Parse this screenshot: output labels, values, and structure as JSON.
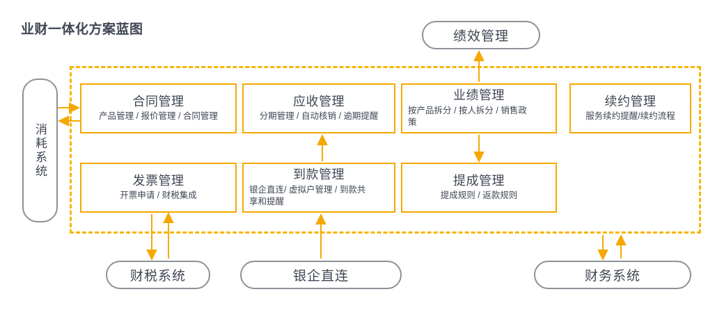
{
  "title": "业财一体化方案蓝图",
  "colors": {
    "accent": "#f5a800",
    "dashed_border": "#f7b500",
    "pill_border": "#8d9199",
    "text": "#3f4654",
    "background": "#ffffff"
  },
  "left_system": {
    "label": "消耗系统",
    "shape": "vertical-rounded-pill"
  },
  "top_system": {
    "label": "绩效管理",
    "shape": "rounded-pill"
  },
  "bottom_systems": [
    {
      "label": "财税系统"
    },
    {
      "label": "银企直连"
    },
    {
      "label": "财务系统"
    }
  ],
  "cards": [
    {
      "id": "contract-management",
      "title": "合同管理",
      "subtitle": "产品管理 / 报价管理 / 合同管理",
      "sub_align": "center",
      "row": 1
    },
    {
      "id": "receivable-management",
      "title": "应收管理",
      "subtitle": "分期管理 / 自动核销 / 逾期提醒",
      "sub_align": "center",
      "row": 1
    },
    {
      "id": "performance-management",
      "title": "业绩管理",
      "subtitle": "按产品拆分 / 按人拆分 / 销售政策",
      "sub_align": "left",
      "row": 1
    },
    {
      "id": "renewal-management",
      "title": "续约管理",
      "subtitle": "服务续约提醒/续约流程",
      "sub_align": "center",
      "row": 1
    },
    {
      "id": "invoice-management",
      "title": "发票管理",
      "subtitle": "开票申请 / 财税集成",
      "sub_align": "center",
      "row": 2
    },
    {
      "id": "payment-received-management",
      "title": "到款管理",
      "subtitle": "银企直连/ 虚拟户管理 / 到款共享和提醒",
      "sub_align": "left",
      "row": 2
    },
    {
      "id": "commission-management",
      "title": "提成管理",
      "subtitle": "提成规则 / 返款规则",
      "sub_align": "center",
      "row": 2
    }
  ],
  "connections": [
    {
      "from": "消耗系统",
      "to": "合同管理",
      "direction": "right"
    },
    {
      "from": "合同管理",
      "to": "消耗系统",
      "direction": "left"
    },
    {
      "from": "到款管理",
      "to": "应收管理",
      "direction": "up"
    },
    {
      "from": "业绩管理",
      "to": "绩效管理",
      "direction": "up"
    },
    {
      "from": "业绩管理",
      "to": "提成管理",
      "direction": "down"
    },
    {
      "from": "发票管理",
      "to": "财税系统",
      "direction": "down"
    },
    {
      "from": "财税系统",
      "to": "发票管理",
      "direction": "up"
    },
    {
      "from": "银企直连",
      "to": "到款管理",
      "direction": "up"
    },
    {
      "from": "提成管理区",
      "to": "财务系统",
      "direction": "down"
    },
    {
      "from": "财务系统",
      "to": "提成管理区",
      "direction": "up"
    }
  ]
}
